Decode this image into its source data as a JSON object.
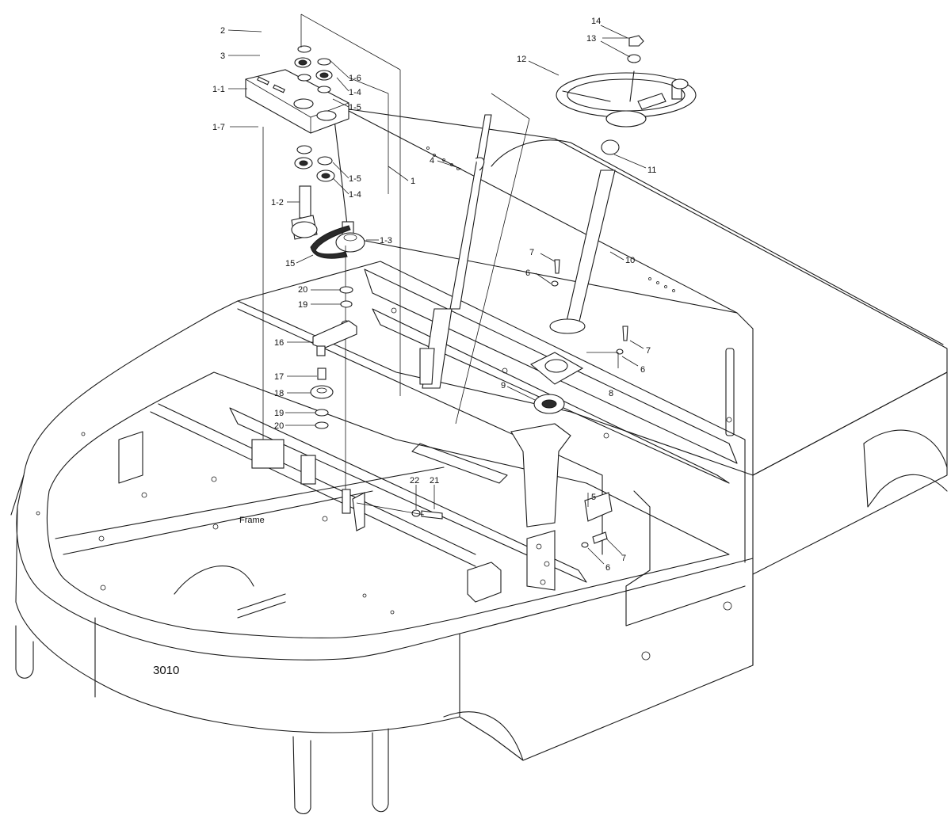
{
  "diagram": {
    "frame_label": "Frame",
    "model_label": "3010",
    "callouts": {
      "c2": "2",
      "c3": "3",
      "c1_1": "1-1",
      "c1_7": "1-7",
      "c1_6": "1-6",
      "c1_4a": "1-4",
      "c1_5a": "1-5",
      "c1": "1",
      "c1_5b": "1-5",
      "c1_4b": "1-4",
      "c1_2": "1-2",
      "c1_3": "1-3",
      "c15": "15",
      "c4": "4",
      "c12": "12",
      "c13": "13",
      "c14": "14",
      "c11": "11",
      "c10": "10",
      "c7a": "7",
      "c6a": "6",
      "c7b": "7",
      "c6b": "6",
      "c8": "8",
      "c9": "9",
      "c20a": "20",
      "c19a": "19",
      "c16": "16",
      "c17": "17",
      "c18": "18",
      "c19b": "19",
      "c20b": "20",
      "c22": "22",
      "c21": "21",
      "c5": "5",
      "c7c": "7",
      "c6c": "6"
    }
  }
}
